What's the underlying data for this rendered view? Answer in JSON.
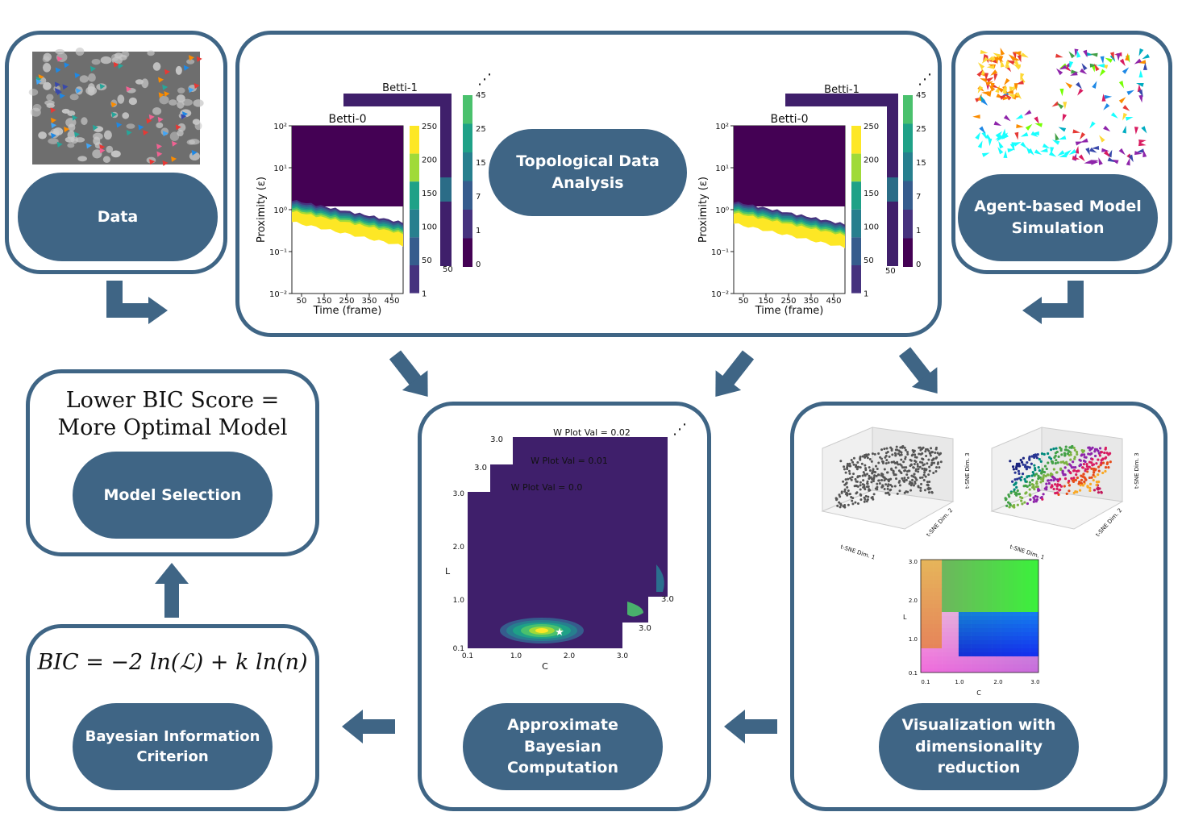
{
  "colors": {
    "accent": "#3f6585",
    "viridis_dark": "#3f1f6b",
    "viridis": [
      "#440154",
      "#46327e",
      "#365c8d",
      "#277f8e",
      "#1fa187",
      "#4ac16d",
      "#a0da39",
      "#fde725"
    ]
  },
  "nodes": {
    "data": "Data",
    "tda": "Topological Data\nAnalysis",
    "abm": "Agent-based Model\nSimulation",
    "model_selection": "Model Selection",
    "bic": "Bayesian Information\nCriterion",
    "abc": "Approximate Bayesian\nComputation",
    "viz": "Visualization with\ndimensionality\nreduction"
  },
  "math": {
    "model_selection_line1": "Lower BIC Score =",
    "model_selection_line2": "More Optimal Model",
    "bic_formula": "BIC = −2 ln(ℒ) + k ln(n)"
  },
  "tda_plot": {
    "betti0_title": "Betti-0",
    "betti1_title": "Betti-1",
    "ylabel": "Proximity (ε)",
    "xlabel": "Time (frame)",
    "xticks": [
      "50",
      "150",
      "250",
      "350",
      "450"
    ],
    "yticks": [
      "10²",
      "10¹",
      "10⁰",
      "10⁻¹",
      "10⁻²"
    ],
    "cbar0_ticks": [
      "250",
      "200",
      "150",
      "100",
      "50",
      "1"
    ],
    "cbar1_ticks": [
      "45",
      "25",
      "15",
      "7",
      "1",
      "0"
    ],
    "back_edge_tick": "50",
    "ellipsis": "⋰"
  },
  "tda_plot_right": {
    "cbar1_ticks": [
      "45",
      "25",
      "15",
      "7",
      "1",
      "0"
    ]
  },
  "abc_plot": {
    "titles": [
      "W Plot Val = 0.02",
      "W Plot Val = 0.01",
      "W Plot Val = 0.0"
    ],
    "ylabel": "L",
    "xlabel": "C",
    "xticks": [
      "0.1",
      "1.0",
      "2.0",
      "3.0"
    ],
    "yticks": [
      "3.0",
      "2.0",
      "1.0",
      "0.1"
    ],
    "back_ticks": [
      "3.0",
      "3.0",
      "3.0",
      "3.0"
    ],
    "ellipsis": "⋰",
    "star": "★"
  },
  "viz_plot": {
    "axis_x": "t-SNE Dim. 1",
    "axis_y": "t-SNE Dim. 2",
    "axis_z": "t-SNE Dim. 3",
    "ylabel": "L",
    "xlabel": "C",
    "xticks": [
      "0.1",
      "1.0",
      "2.0",
      "3.0"
    ],
    "yticks": [
      "3.0",
      "2.0",
      "1.0",
      "0.1"
    ]
  }
}
